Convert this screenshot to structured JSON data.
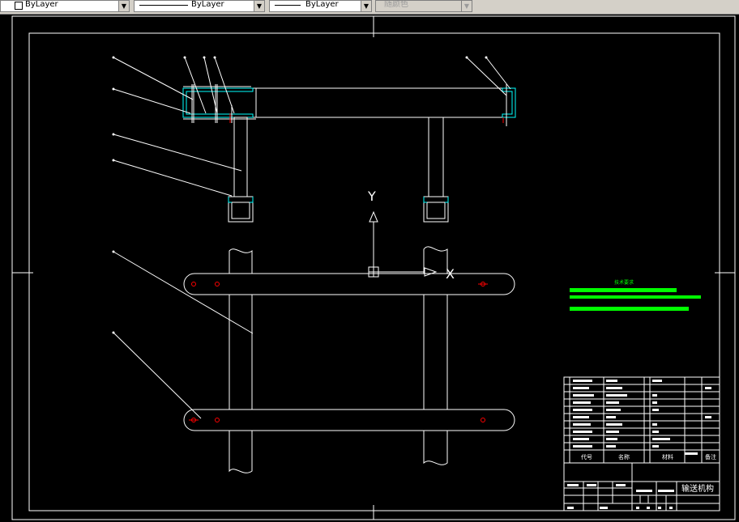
{
  "toolbar": {
    "color_value": "ByLayer",
    "linetype_value": "ByLayer",
    "lineweight_value": "ByLayer",
    "plotstyle_value": "随颜色"
  },
  "drawing": {
    "ucs_y": "Y",
    "ucs_x": "X",
    "tech_req_title": "技术要求",
    "title_block": {
      "col_code": "代号",
      "col_name": "名称",
      "col_material": "材料",
      "col_note": "备注",
      "drawing_name": "输送机构"
    }
  },
  "colors": {
    "background": "#000000",
    "lines": "#ffffff",
    "cyan": "#00ffff",
    "green": "#00ff00",
    "red": "#ff0000"
  }
}
